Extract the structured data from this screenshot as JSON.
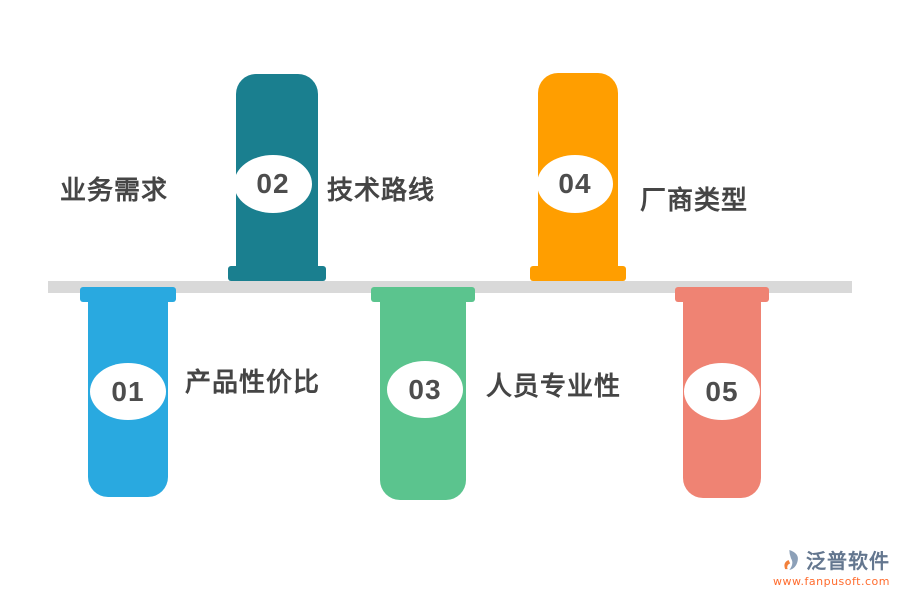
{
  "timeline": {
    "line_color": "#D9D9D9",
    "standalone_label": "业务需求",
    "label_color": "#454545",
    "number_color": "#4D4D4D",
    "items": [
      {
        "number": "01",
        "label": "产品性价比",
        "color": "#29A9E0",
        "side": "below"
      },
      {
        "number": "02",
        "label": "技术路线",
        "color": "#1A7F8F",
        "side": "above"
      },
      {
        "number": "03",
        "label": "人员专业性",
        "color": "#5BC48E",
        "side": "below"
      },
      {
        "number": "04",
        "label": "厂商类型",
        "color": "#FF9E00",
        "side": "above"
      },
      {
        "number": "05",
        "label": "",
        "color": "#EF8373",
        "side": "below"
      }
    ]
  },
  "watermark": {
    "brand": "泛普软件",
    "url": "www.fanpusoft.com",
    "brand_color": "#64778F",
    "url_color": "#FF6C2E",
    "logo_primary_color": "#8CA0B8",
    "logo_accent_color": "#F2803A"
  }
}
